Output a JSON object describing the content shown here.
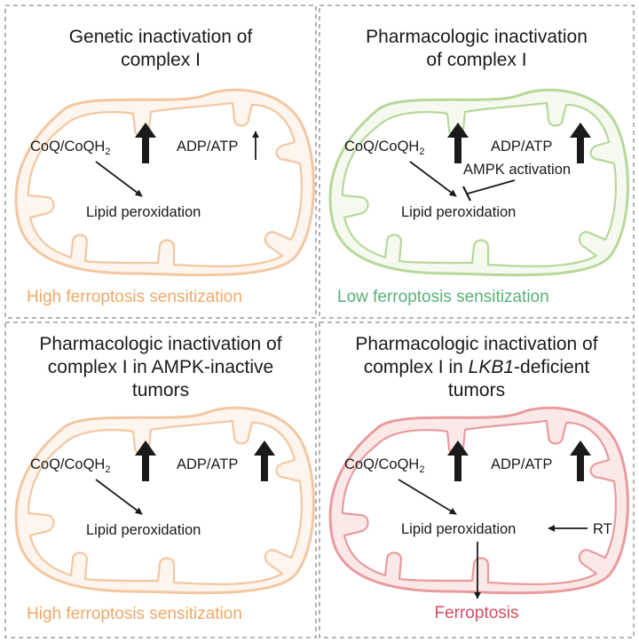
{
  "panels": [
    {
      "title_lines": [
        "Genetic inactivation of",
        "complex I"
      ],
      "coq_label": "CoQ/CoQH",
      "coq_subscript": "2",
      "adp_label": "ADP/ATP",
      "lipid_label": "Lipid peroxidation",
      "caption": "High ferroptosis sensitization",
      "caption_color": "#f0a868",
      "mito_fill": "#fdf5ee",
      "mito_stroke": "#f2c7a2"
    },
    {
      "title_lines": [
        "Pharmacologic inactivation",
        "of complex I"
      ],
      "coq_label": "CoQ/CoQH",
      "coq_subscript": "2",
      "adp_label": "ADP/ATP",
      "ampk_label": "AMPK activation",
      "lipid_label": "Lipid peroxidation",
      "caption": "Low ferroptosis sensitization",
      "caption_color": "#58b07a",
      "mito_fill": "#f5faf0",
      "mito_stroke": "#b8d79b"
    },
    {
      "title_lines": [
        "Pharmacologic inactivation of",
        "complex I in AMPK-inactive",
        "tumors"
      ],
      "coq_label": "CoQ/CoQH",
      "coq_subscript": "2",
      "adp_label": "ADP/ATP",
      "lipid_label": "Lipid peroxidation",
      "caption": "High ferroptosis sensitization",
      "caption_color": "#f0a868",
      "mito_fill": "#fdf5ee",
      "mito_stroke": "#f2c7a2"
    },
    {
      "title_line1": "Pharmacologic inactivation of",
      "title_line2_pre": "complex I in ",
      "title_line2_italic": "LKB1",
      "title_line2_post": "-deficient",
      "title_line3": "tumors",
      "coq_label": "CoQ/CoQH",
      "coq_subscript": "2",
      "adp_label": "ADP/ATP",
      "lipid_label": "Lipid peroxidation",
      "rt_label": "RT",
      "caption": "Ferroptosis",
      "caption_color": "#d64b63",
      "mito_fill": "#fbe9e8",
      "mito_stroke": "#e89ba0"
    }
  ],
  "colors": {
    "border": "#8a8a8a",
    "arrow": "#1a1a1a"
  },
  "icons": [
    "up-arrow-icon",
    "arrow-icon",
    "inhibition-icon"
  ]
}
